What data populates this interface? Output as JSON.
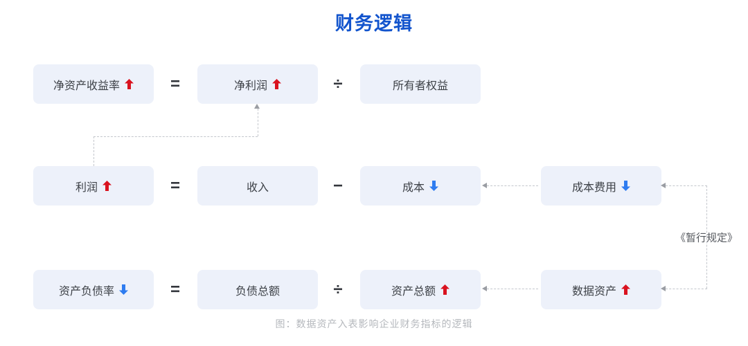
{
  "title": "财务逻辑",
  "caption": "图：数据资产入表影响企业财务指标的逻辑",
  "annotation": "《暂行规定》",
  "operators": {
    "equals": "=",
    "divide": "÷",
    "minus": "−"
  },
  "boxes": {
    "roe": {
      "label": "净资产收益率",
      "arrow": "up"
    },
    "net_profit": {
      "label": "净利润",
      "arrow": "up"
    },
    "owners_equity": {
      "label": "所有者权益",
      "arrow": null
    },
    "profit": {
      "label": "利润",
      "arrow": "up"
    },
    "revenue": {
      "label": "收入",
      "arrow": null
    },
    "cost": {
      "label": "成本",
      "arrow": "down"
    },
    "cost_expense": {
      "label": "成本费用",
      "arrow": "down"
    },
    "debt_ratio": {
      "label": "资产负债率",
      "arrow": "down"
    },
    "total_liabilities": {
      "label": "负债总额",
      "arrow": null
    },
    "total_assets": {
      "label": "资产总额",
      "arrow": "up"
    },
    "data_assets": {
      "label": "数据资产",
      "arrow": "up"
    }
  },
  "colors": {
    "title": "#1254cd",
    "box_background": "#edf1fa",
    "box_text": "#3d4147",
    "arrow_up": "#d9121f",
    "arrow_down": "#2e7cf0",
    "operator": "#33363c",
    "connector_line": "#c3c6cc",
    "connector_arrowhead": "#9a9da3",
    "annotation_text": "#55585e",
    "caption_text": "#b5b8bd"
  }
}
